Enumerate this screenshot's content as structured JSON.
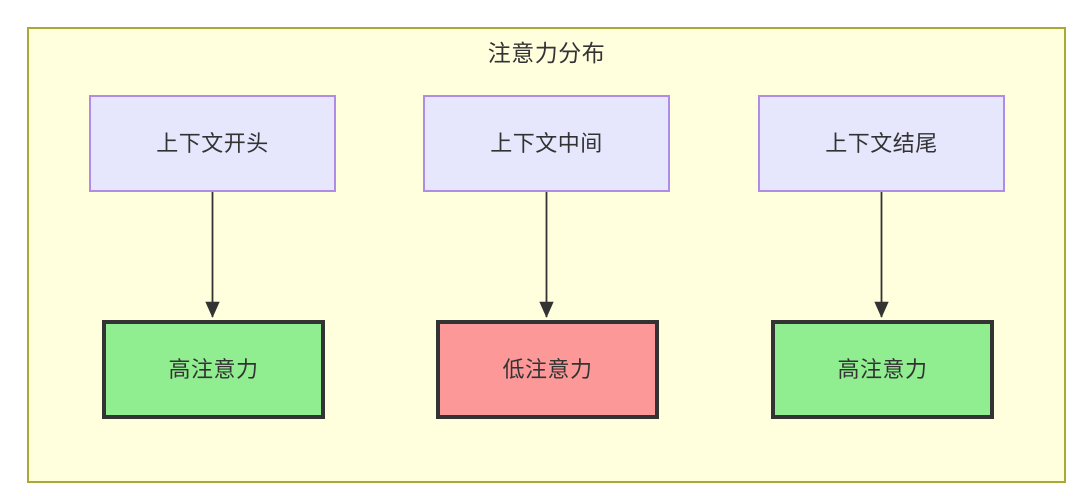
{
  "diagram": {
    "title": "注意力分布",
    "background_color": "#ffffff",
    "container": {
      "fill": "#ffffde",
      "border": "#aaaa33"
    },
    "palette": {
      "source_fill": "#e6e6fd",
      "source_border": "#b18ce6",
      "high_fill": "#90ee90",
      "low_fill": "#fd9898",
      "node_border_dark": "#333333",
      "edge_color": "#333333",
      "text_color": "#333333"
    },
    "columns": [
      {
        "id": "start",
        "source_label": "上下文开头",
        "outcome_label": "高注意力",
        "outcome_kind": "high"
      },
      {
        "id": "middle",
        "source_label": "上下文中间",
        "outcome_label": "低注意力",
        "outcome_kind": "low"
      },
      {
        "id": "end",
        "source_label": "上下文结尾",
        "outcome_label": "高注意力",
        "outcome_kind": "high"
      }
    ],
    "edges": [
      {
        "from": "上下文开头",
        "to": "高注意力",
        "style": "arrow"
      },
      {
        "from": "上下文中间",
        "to": "低注意力",
        "style": "arrow"
      },
      {
        "from": "上下文结尾",
        "to": "高注意力",
        "style": "arrow"
      }
    ]
  }
}
